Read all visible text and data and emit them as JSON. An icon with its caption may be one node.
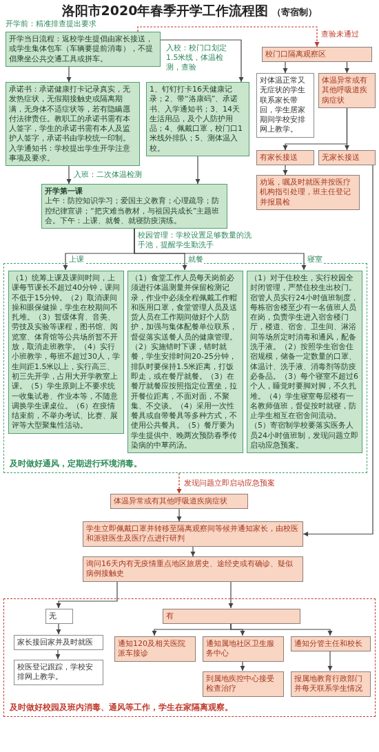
{
  "diagram": {
    "title": "洛阳市2020年春季开学工作流程图",
    "nodes": [
      {
        "text": [
          "开学当日流程：返校学生提倡由家长接送，或学生集体包车（车辆要提前消毒），不提倡乘坐公共交通工具或拼车。"
        ]
      },
      {
        "text": [
          "承诺书：承诺健康打卡记录真实，无发热症状，无假期接触史或隔离期满，无身体不适症状等，若有隐瞒愿付法律责任。教职工的承诺书需有本人签字，学生的承诺书需有本人及监护人签字，承诺书由学校统一印制。入学通知书：学校提出学生开学注意事项及要求。"
        ]
      },
      {
        "text": [
          "1、钉钉打卡16天健康记录；2、带“洛康码”、承诺书、入学通知书；3、14天生活用品，及个人防护用品；4、佩戴口罩，校门口1米线外排队；5、测体温入校。"
        ]
      },
      {
        "text": [
          "开学第一课",
          "上午：防控知识学习；爱国主义教育；心理疏导；防控纪律宣讲；“把灾难当教材，与祖国共成长”主题班会。下午：上课、就餐、就寝防疫演练。"
        ]
      },
      {
        "text": [
          "及时做好通风，定期进行环境消毒。"
        ]
      },
      {
        "text": [
          "（1）统筹上课及课间时间，上课每节课长不超过40分钟，课间不低于15分钟。（2）取消课间操和眼保健操，学生在校期间不扎堆。（3）暂缓体育、音美、劳技及实验等课程，图书馆、阅览室、体育馆等公共场所暂不开放，取消走班教学。（4）实行小班教学，每班不超过30人，学生间距1.5米以上，实行高三、初三先开学，占用大开学教室上课。（5）学生原则上不要求统一收集试卷、作业本等，不随意调换学生课桌位。（6）在疫情结束前，不举办考试、比赛、展评等大型聚集性活动。"
        ],
        "in": 4
      },
      {
        "text": [
          "（1）食堂工作人员每天岗前必须进行体温测量并保留检测记录，作业中必须全程佩戴工作帽和医用口罩，食堂管理人员及送货人员在工作期间做好个人防护，加强与集体配餐单位联系，督促落实送餐人员的健康管理。（2）实施错时下课，错时就餐，学生安排时间20-25分钟，排队时要保持1.5米距离，打饭即走，或在餐厅就餐。（3）在餐厅就餐应按照指定位置坐，拉开餐位距离，不面对面，不聚集、不交谈。（4）采用一次性餐具或自带餐具等多种方式，不使用公共餐具。（5）餐厅要为学生提供中、晚两次预防春季传染病的中草药汤。"
        ],
        "in": 4
      },
      {
        "text": [
          "（1）对于住校生，实行校园全封闭管理，严禁住校生出校门。宿管人员实行24小时值班制度，每栋宿舍楼至少有一名值班人员在岗，负责学生进入宿舍楼门厅，楼道、宿舍、卫生间、淋浴间等场所定时消毒和通风，配备洗手液。（2）按照学生宿舍住宿规模，储备一定数量的口罩、体温计、洗手液、消毒剂等防疫必备品。（3）每个寝室不超过6个人，睡觉时要脚对脚，不久扎堆。（4）学生寝室每层楼有一名教师值班，督促按时就寝，防止学生相互在宿舍间流动。（5）寄宿制学校要落实医务人员24小时值班制，发现问题立即启动应急预案。"
        ],
        "in": 4
      },
      {
        "text": [
          "校门口隔离观察区"
        ]
      },
      {
        "text": [
          "对体温正常又无症状的学生联系家长带回，学生居家期间学校安排网上教学。"
        ]
      },
      {
        "text": [
          "体温异常或有其他呼吸道疾病症状"
        ]
      },
      {
        "text": [
          "无家长接送"
        ]
      },
      {
        "text": [
          "有家长接送"
        ]
      },
      {
        "text": [
          "劝返，嘱及时就医并按医疗机构指引处理，班主任登记并报晨检"
        ]
      },
      {
        "text": [
          "体温异常或有其他呼吸道疾病症状"
        ]
      },
      {
        "text": [
          "学生立即佩戴口罩并转移至隔离观察间等候并通知家长，由校医和派驻医生及医疗点进行研判"
        ]
      },
      {
        "text": [
          "询问16天内有无疫情重点地区旅居史、途经史或有确诊、疑似病例接触史"
        ]
      },
      {
        "text": [
          "及时做好校园及班内消毒、通风等工作，学生在家隔离观察。"
        ]
      },
      {
        "text": [
          "无"
        ],
        "in": 17
      },
      {
        "text": [
          "有"
        ],
        "in": 17
      },
      {
        "text": [
          "家长接回家并及时就医"
        ],
        "in": 17
      },
      {
        "text": [
          "校医登记跟踪，学校安排网上教学。"
        ],
        "in": 17
      },
      {
        "text": [
          "通知120及相关医院派车接诊"
        ],
        "in": 17
      },
      {
        "text": [
          "通知属地社区卫生服务中心"
        ],
        "in": 17
      },
      {
        "text": [
          "通知分管主任和校长"
        ],
        "in": 17
      },
      {
        "text": [
          "到属地疾控中心接受检查治疗"
        ],
        "in": 17
      },
      {
        "text": [
          "报属地教育行政部门并每天联系学生情况"
        ],
        "in": 17
      }
    ],
    "edges": [
      {
        "from": 0,
        "to": 1,
        "arrow": "to"
      },
      {
        "from": 0,
        "to": 2,
        "arrow": "to",
        "label": "入校：校门口划定1.5米线，体温检测，查验"
      },
      {
        "from": 1,
        "to": 3,
        "arrow": "to",
        "label": "入班：二次体温检测"
      },
      {
        "from": 2,
        "to": 3,
        "arrow": "to"
      },
      {
        "from": 3,
        "to": 5,
        "arrow": "to",
        "label": "上课"
      },
      {
        "from": 3,
        "to": 6,
        "arrow": "to",
        "label": "就餐"
      },
      {
        "from": 3,
        "to": 7,
        "arrow": "to",
        "label": "寝室"
      },
      {
        "from": 0,
        "to": 8,
        "arrow": "to",
        "label": "查验未通过",
        "style": "dashed",
        "color": "#c0392b"
      },
      {
        "from": 4,
        "to": 14,
        "arrow": "to",
        "label": "发现问题立即启动应急预案",
        "style": "dashed",
        "color": "#c0392b"
      },
      {
        "from": 8,
        "to": 9,
        "arrow": "to"
      },
      {
        "from": 8,
        "to": 10,
        "arrow": "to"
      },
      {
        "from": 10,
        "to": 11,
        "arrow": "to"
      },
      {
        "from": 10,
        "to": 12,
        "arrow": "to"
      },
      {
        "from": 12,
        "to": 13,
        "arrow": "to"
      },
      {
        "from": 11,
        "to": 15,
        "arrow": "to"
      },
      {
        "from": 14,
        "to": 15,
        "arrow": "to"
      },
      {
        "from": 15,
        "to": 16,
        "arrow": "to"
      },
      {
        "from": 16,
        "to": 18,
        "arrow": "to"
      },
      {
        "from": 16,
        "to": 19,
        "arrow": "to"
      },
      {
        "from": 18,
        "to": 20,
        "arrow": "to"
      },
      {
        "from": 20,
        "to": 21,
        "arrow": "to"
      },
      {
        "from": 19,
        "to": 22,
        "arrow": "to"
      },
      {
        "from": 19,
        "to": 23,
        "arrow": "to"
      },
      {
        "from": 19,
        "to": 24,
        "arrow": "to"
      },
      {
        "from": 23,
        "to": 25,
        "arrow": "to"
      },
      {
        "from": 24,
        "to": 26,
        "arrow": "to"
      }
    ],
    "labels": [
      "（寄宿制）",
      "开学前：精准排查提出要求",
      "校园管理：学校设置足够数量的洗手池，提醒学生勤洗手"
    ]
  }
}
